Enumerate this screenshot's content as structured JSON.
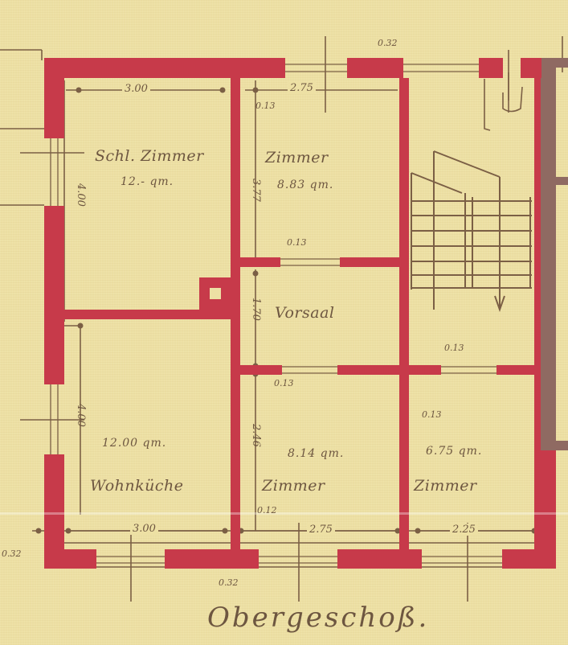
{
  "drawing": {
    "title": "Obergeschoß.",
    "colors": {
      "paper": "#ede0a4",
      "wall_red": "#c73a4a",
      "wall_existing": "#8f6a62",
      "ink": "#6d5640"
    }
  },
  "rooms": [
    {
      "name": "Schl. Zimmer",
      "area": "12.- qm."
    },
    {
      "name": "Zimmer",
      "area": "8.83 qm."
    },
    {
      "name": "Vorsaal",
      "area": ""
    },
    {
      "name": "Wohnküche",
      "area": "12.00 qm."
    },
    {
      "name": "Zimmer",
      "area": "8.14 qm."
    },
    {
      "name": "Zimmer",
      "area": "6.75 qm."
    }
  ],
  "dimensions": {
    "top_left_width": "3.00",
    "top_mid_width": "2.75",
    "bottom_left_width": "3.00",
    "bottom_mid_width": "2.75",
    "bottom_right_width": "2.25",
    "left_upper_height": "4.00",
    "left_lower_height": "4.00",
    "mid_upper_height": "3.77",
    "vorsaal_height": "1.70",
    "mid_lower_height": "2.46",
    "inner_wall_1": "0.13",
    "inner_wall_2": "0.13",
    "inner_wall_3": "0.13",
    "inner_wall_4": "0.13",
    "inner_wall_5": "0.13",
    "inner_wall_6": "0.12",
    "outer_wall_top": "0.32",
    "outer_wall_left": "0.32",
    "outer_wall_bottom": "0.32"
  }
}
